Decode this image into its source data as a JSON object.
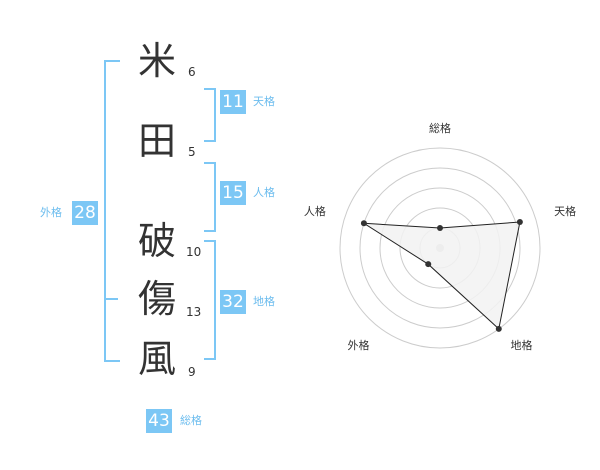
{
  "name_chars": [
    {
      "char": "米",
      "strokes": "6"
    },
    {
      "char": "田",
      "strokes": "5"
    },
    {
      "char": "破",
      "strokes": "10"
    },
    {
      "char": "傷",
      "strokes": "13"
    },
    {
      "char": "風",
      "strokes": "9"
    }
  ],
  "kakusu": {
    "tenkaku": {
      "value": "11",
      "label": "天格"
    },
    "jinkaku": {
      "value": "15",
      "label": "人格"
    },
    "chikaku": {
      "value": "32",
      "label": "地格"
    },
    "gaikaku": {
      "value": "28",
      "label": "外格"
    },
    "soukaku": {
      "value": "43",
      "label": "総格"
    }
  },
  "colors": {
    "accent": "#7cc7f5",
    "text": "#333333",
    "grid": "#cccccc",
    "fill": "#f2f2f2"
  },
  "chart_data": {
    "type": "radar",
    "axes": [
      "総格",
      "天格",
      "地格",
      "外格",
      "人格"
    ],
    "max": 5,
    "rings": 5,
    "values": [
      1.0,
      4.2,
      5.0,
      1.0,
      4.0
    ]
  }
}
